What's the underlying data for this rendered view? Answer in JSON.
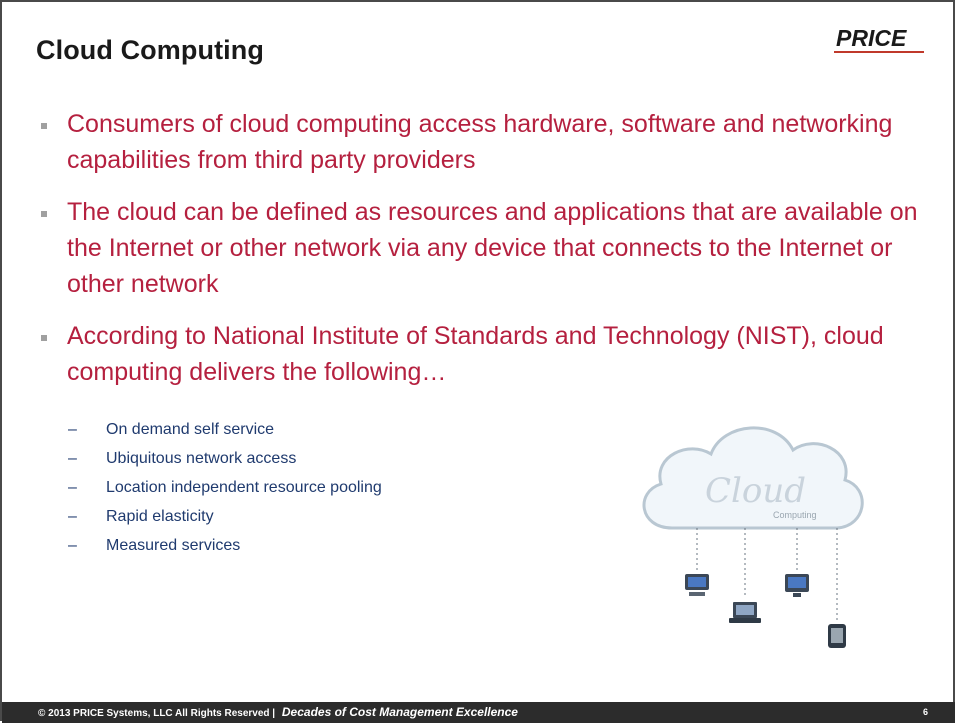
{
  "slide": {
    "title": "Cloud Computing",
    "logo_text": "PRICE",
    "bullets": [
      "Consumers of cloud computing access hardware, software and networking capabilities from third party providers",
      "The cloud can be defined as resources and applications that are available on the Internet or other network via any device that connects to the Internet or other network",
      "According to National Institute of Standards and Technology (NIST), cloud computing delivers the following…"
    ],
    "sub_dash": "–",
    "sub_bullets": [
      "On demand self service",
      "Ubiquitous network access",
      "Location independent resource pooling",
      "Rapid elasticity",
      "Measured services"
    ],
    "cloud_image": {
      "text_main": "Cloud",
      "text_sub": "Computing"
    },
    "footer": {
      "copyright": "© 2013 PRICE Systems, LLC All Rights Reserved  |",
      "tagline": "Decades of Cost Management Excellence",
      "page_number": "6"
    },
    "colors": {
      "bullet_text": "#b5203f",
      "sub_text": "#1f3a6e",
      "footer_bg": "#2c2c2c"
    }
  }
}
